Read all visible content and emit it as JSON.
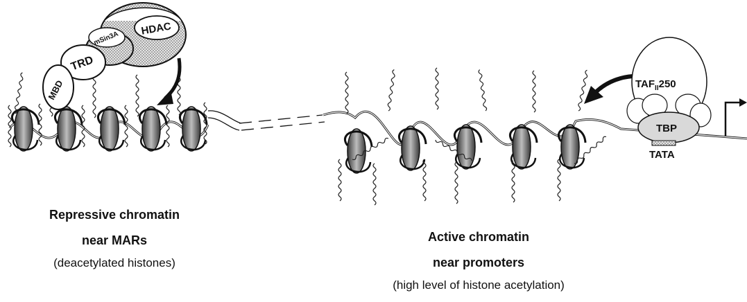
{
  "proteins": {
    "mbd": "MBD",
    "trd": "TRD",
    "msin3a": "mSin3A",
    "hdac": "HDAC",
    "taf": "TAF",
    "taf_sub": "II",
    "taf_num": "250",
    "tbp": "TBP",
    "tata": "TATA"
  },
  "captions": {
    "repressive_line1": "Repressive chromatin",
    "repressive_line2": "near MARs",
    "repressive_line3": "(deacetylated histones)",
    "active_line1": "Active chromatin",
    "active_line2": "near promoters",
    "active_line3": "(high level of histone acetylation)"
  },
  "colors": {
    "ink": "#111111",
    "stipple": "#b9b9b9",
    "nucleosome": "#8a8a8a",
    "tbp_fill": "#d9d9d9"
  }
}
